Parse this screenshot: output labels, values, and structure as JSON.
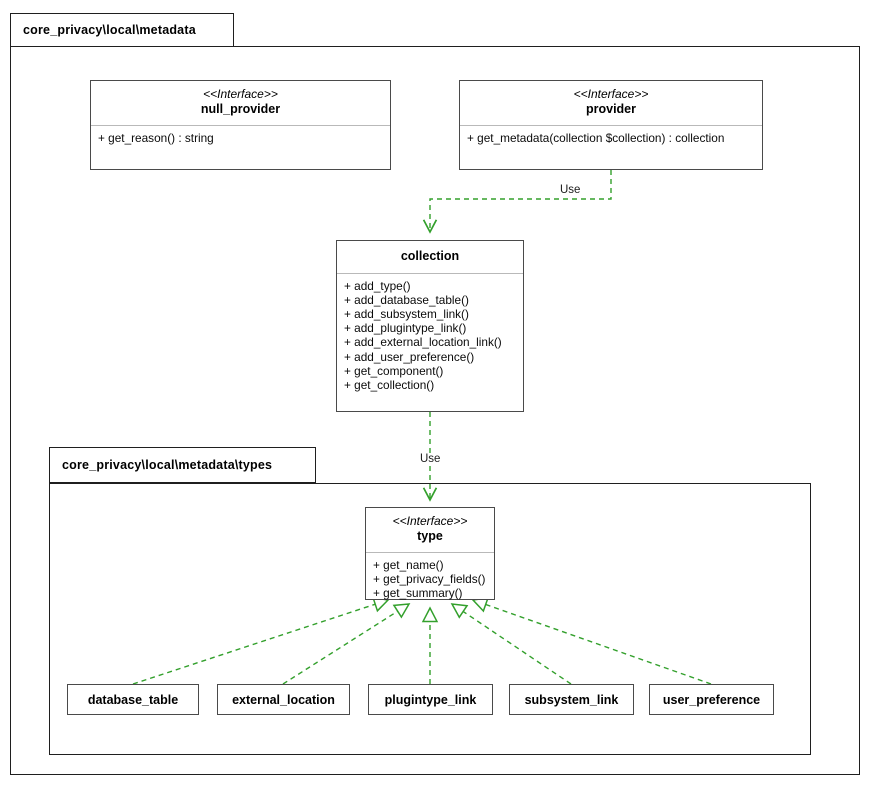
{
  "diagram": {
    "type": "uml-class-diagram",
    "accent_color": "#33a02c",
    "line_color": "#4a4a4a",
    "frame_color": "#1f1f1f",
    "background": "#ffffff"
  },
  "packages": [
    {
      "id": "pkg_metadata",
      "label": "core_privacy\\local\\metadata"
    },
    {
      "id": "pkg_types",
      "label": "core_privacy\\local\\metadata\\types"
    }
  ],
  "nodes": [
    {
      "id": "null_provider",
      "stereotype": "<<Interface>>",
      "title": "null_provider",
      "members": [
        "+ get_reason() : string"
      ]
    },
    {
      "id": "provider",
      "stereotype": "<<Interface>>",
      "title": "provider",
      "members": [
        "+ get_metadata(collection $collection) : collection"
      ]
    },
    {
      "id": "collection",
      "stereotype": "",
      "title": "collection",
      "members": [
        "+ add_type()",
        "+ add_database_table()",
        "+ add_subsystem_link()",
        "+ add_plugintype_link()",
        "+ add_external_location_link()",
        "+ add_user_preference()",
        "+ get_component()",
        "+ get_collection()"
      ]
    },
    {
      "id": "type",
      "stereotype": "<<Interface>>",
      "title": "type",
      "members": [
        "+ get_name()",
        "+ get_privacy_fields()",
        "+ get_summary()"
      ]
    },
    {
      "id": "database_table",
      "stereotype": "",
      "title": "database_table",
      "members": []
    },
    {
      "id": "external_location",
      "stereotype": "",
      "title": "external_location",
      "members": []
    },
    {
      "id": "plugintype_link",
      "stereotype": "",
      "title": "plugintype_link",
      "members": []
    },
    {
      "id": "subsystem_link",
      "stereotype": "",
      "title": "subsystem_link",
      "members": []
    },
    {
      "id": "user_preference",
      "stereotype": "",
      "title": "user_preference",
      "members": []
    }
  ],
  "edges": [
    {
      "id": "edge_provider_collection",
      "from": "provider",
      "to": "collection",
      "kind": "dependency",
      "label": "Use"
    },
    {
      "id": "edge_collection_type",
      "from": "collection",
      "to": "type",
      "kind": "dependency",
      "label": "Use"
    },
    {
      "id": "edge_database_table_type",
      "from": "database_table",
      "to": "type",
      "kind": "realization",
      "label": ""
    },
    {
      "id": "edge_external_location_type",
      "from": "external_location",
      "to": "type",
      "kind": "realization",
      "label": ""
    },
    {
      "id": "edge_plugintype_link_type",
      "from": "plugintype_link",
      "to": "type",
      "kind": "realization",
      "label": ""
    },
    {
      "id": "edge_subsystem_link_type",
      "from": "subsystem_link",
      "to": "type",
      "kind": "realization",
      "label": ""
    },
    {
      "id": "edge_user_preference_type",
      "from": "user_preference",
      "to": "type",
      "kind": "realization",
      "label": ""
    }
  ]
}
